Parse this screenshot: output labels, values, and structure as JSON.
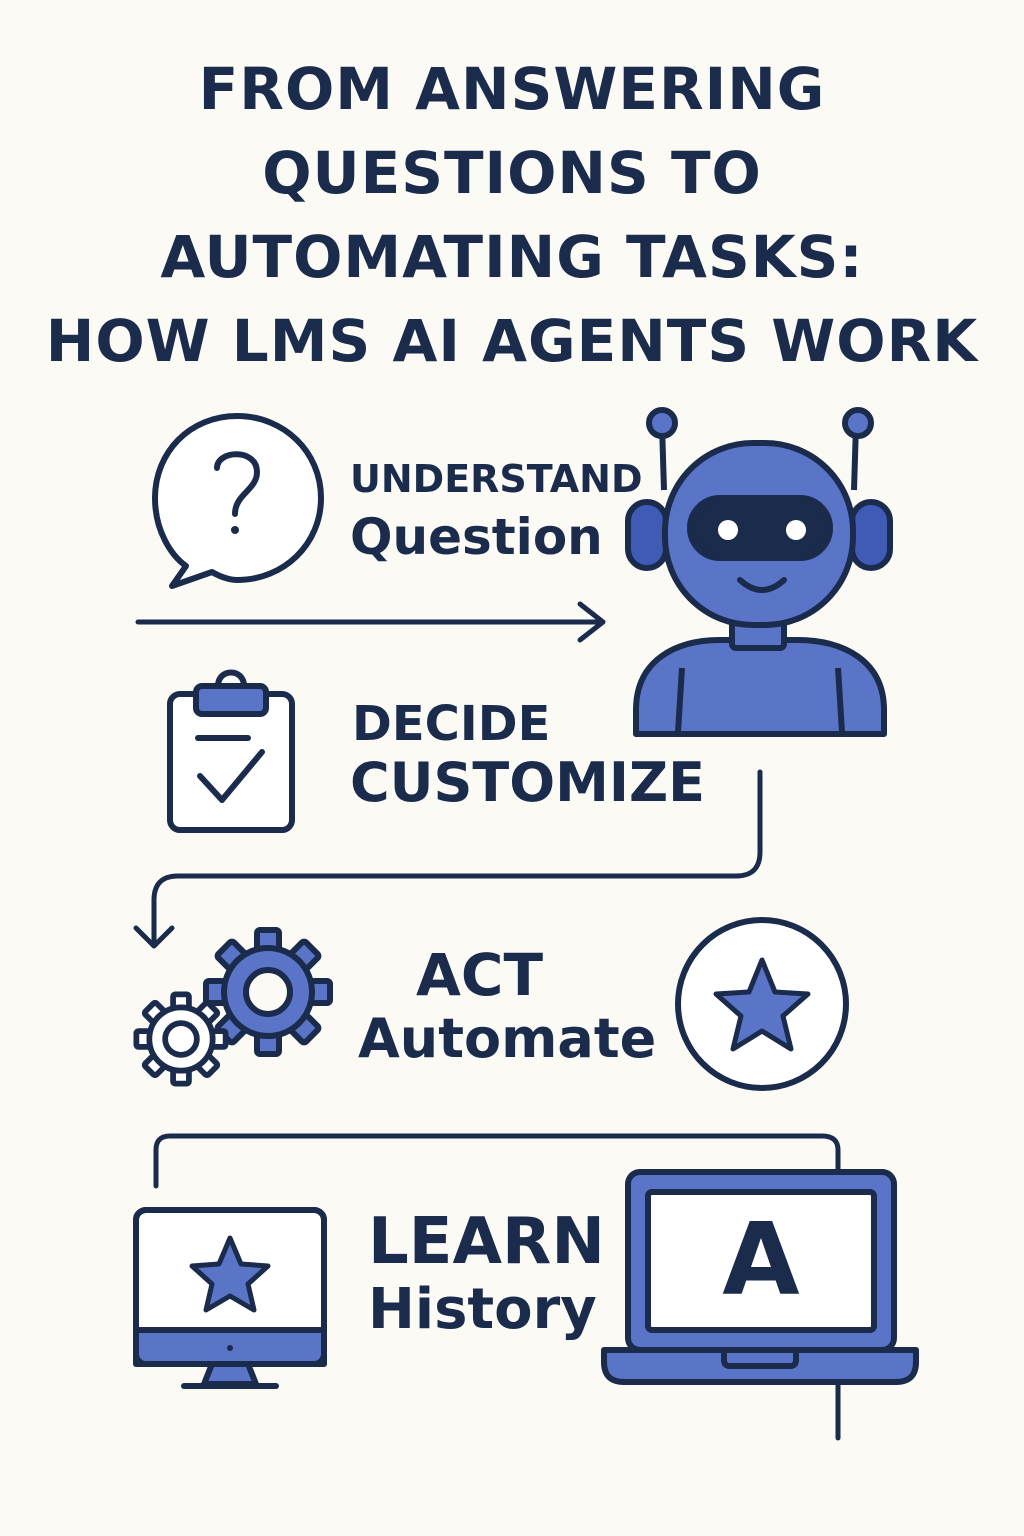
{
  "title_lines": [
    "FROM ANSWERING",
    "QUESTIONS TO",
    "AUTOMATING TASKS:",
    "HOW LMS AI AGENTS WORK"
  ],
  "steps": {
    "understand": {
      "heading": "UNDERSTAND",
      "sub": "Question"
    },
    "decide": {
      "heading": "DECIDE",
      "sub": "CUSTOMIZE"
    },
    "act": {
      "heading": "ACT",
      "sub": "Automate"
    },
    "learn": {
      "heading": "LEARN",
      "sub": "History"
    }
  },
  "icons": {
    "question": "question-speech-bubble-icon",
    "robot": "robot-icon",
    "clipboard": "clipboard-check-icon",
    "gears": "gears-icon",
    "star_badge": "star-circle-icon",
    "monitor": "desktop-monitor-star-icon",
    "laptop": "laptop-grade-icon",
    "laptop_letter": "A"
  },
  "colors": {
    "navy": "#1a2b4c",
    "blue": "#5a74c8",
    "background": "#fbfaf5"
  }
}
